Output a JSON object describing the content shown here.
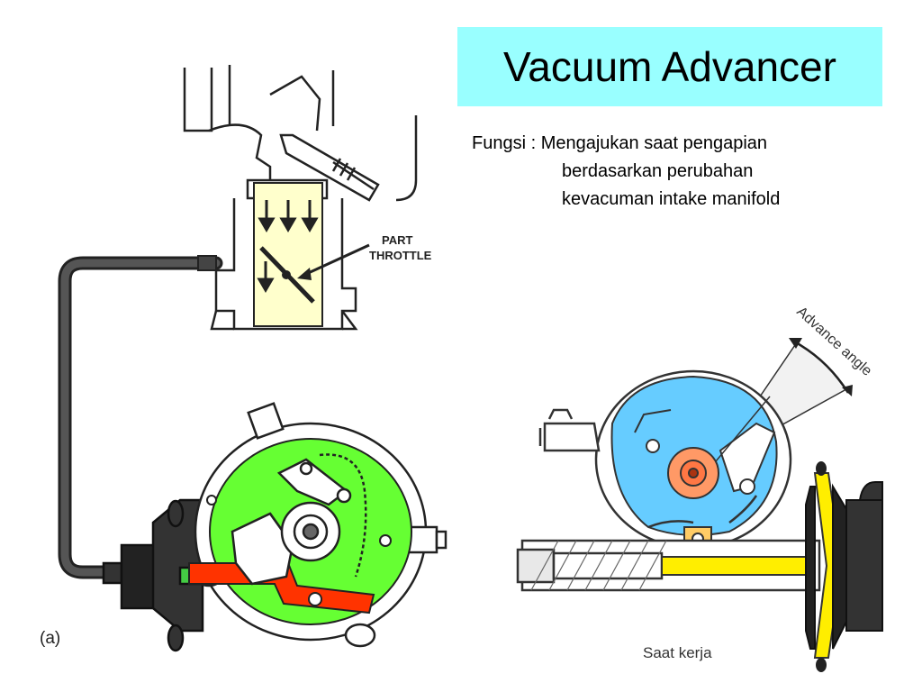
{
  "title": "Vacuum Advancer",
  "fungsi": {
    "prefix": "Fungsi : ",
    "lines": [
      "Mengajukan saat pengapian",
      "berdasarkan perubahan",
      "kevacuman intake manifold"
    ]
  },
  "left_diagram": {
    "part_label": "PART",
    "throttle_label": "THROTTLE",
    "figure_label": "(a)"
  },
  "right_diagram": {
    "advance_label": "Advance angle",
    "caption": "Saat kerja"
  },
  "colors": {
    "title_bg": "#99ffff",
    "carb_fill": "#ffffcc",
    "plate_green": "#66ff33",
    "link_red": "#ff3300",
    "cyan_plate": "#66ccff",
    "orange": "#ff9966",
    "yellow": "#ffee00"
  }
}
